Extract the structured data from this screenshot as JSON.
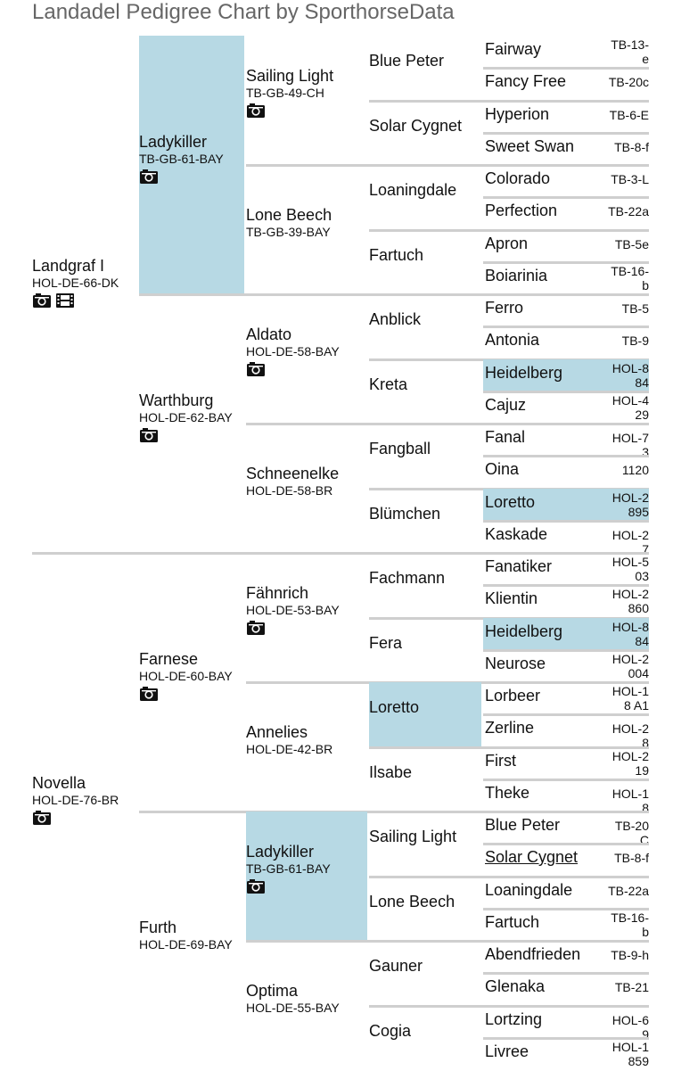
{
  "title": "Landadel Pedigree Chart by SporthorseData",
  "gen1": [
    {
      "name": "Landgraf I",
      "reg": "HOL-DE-66-DK",
      "icons": [
        "camera-icon",
        "film-icon"
      ]
    },
    {
      "name": "Novella",
      "reg": "HOL-DE-76-BR",
      "icons": [
        "camera-icon"
      ]
    }
  ],
  "gen2": [
    {
      "name": "Ladykiller",
      "reg": "TB-GB-61-BAY",
      "icons": [
        "camera-icon"
      ],
      "highlight": true
    },
    {
      "name": "Warthburg",
      "reg": "HOL-DE-62-BAY",
      "icons": [
        "camera-icon"
      ]
    },
    {
      "name": "Farnese",
      "reg": "HOL-DE-60-BAY",
      "icons": [
        "camera-icon"
      ]
    },
    {
      "name": "Furth",
      "reg": "HOL-DE-69-BAY",
      "icons": []
    }
  ],
  "gen3": [
    {
      "name": "Sailing Light",
      "reg": "TB-GB-49-CH",
      "icons": [
        "camera-icon"
      ]
    },
    {
      "name": "Lone Beech",
      "reg": "TB-GB-39-BAY",
      "icons": []
    },
    {
      "name": "Aldato",
      "reg": "HOL-DE-58-BAY",
      "icons": [
        "camera-icon"
      ]
    },
    {
      "name": "Schneenelke",
      "reg": "HOL-DE-58-BR",
      "icons": []
    },
    {
      "name": "Fähnrich",
      "reg": "HOL-DE-53-BAY",
      "icons": [
        "camera-icon"
      ]
    },
    {
      "name": "Annelies",
      "reg": "HOL-DE-42-BR",
      "icons": []
    },
    {
      "name": "Ladykiller",
      "reg": "TB-GB-61-BAY",
      "icons": [
        "camera-icon"
      ],
      "highlight": true
    },
    {
      "name": "Optima",
      "reg": "HOL-DE-55-BAY",
      "icons": []
    }
  ],
  "gen4": [
    {
      "name": "Blue Peter"
    },
    {
      "name": "Solar Cygnet"
    },
    {
      "name": "Loaningdale"
    },
    {
      "name": "Fartuch"
    },
    {
      "name": "Anblick"
    },
    {
      "name": "Kreta"
    },
    {
      "name": "Fangball"
    },
    {
      "name": "Blümchen"
    },
    {
      "name": "Fachmann"
    },
    {
      "name": "Fera"
    },
    {
      "name": "Loretto",
      "highlight": true
    },
    {
      "name": "Ilsabe"
    },
    {
      "name": "Sailing Light"
    },
    {
      "name": "Lone Beech"
    },
    {
      "name": "Gauner"
    },
    {
      "name": "Cogia"
    }
  ],
  "gen5": [
    {
      "name": "Fairway",
      "reg": "TB-13-e"
    },
    {
      "name": "Fancy Free",
      "reg": "TB-20c"
    },
    {
      "name": "Hyperion",
      "reg": "TB-6-E"
    },
    {
      "name": "Sweet Swan",
      "reg": "TB-8-f"
    },
    {
      "name": "Colorado",
      "reg": "TB-3-L"
    },
    {
      "name": "Perfection",
      "reg": "TB-22a"
    },
    {
      "name": "Apron",
      "reg": "TB-5e"
    },
    {
      "name": "Boiarinia",
      "reg": "TB-16-b"
    },
    {
      "name": "Ferro",
      "reg": "TB-5"
    },
    {
      "name": "Antonia",
      "reg": "TB-9"
    },
    {
      "name": "Heidelberg",
      "reg": "HOL-884",
      "highlight": true
    },
    {
      "name": "Cajuz",
      "reg": "HOL-429"
    },
    {
      "name": "Fanal",
      "reg": "HOL-73"
    },
    {
      "name": "Oina",
      "reg": "1120"
    },
    {
      "name": "Loretto",
      "reg": "HOL-2895",
      "highlight": true
    },
    {
      "name": "Kaskade",
      "reg": "HOL-27"
    },
    {
      "name": "Fanatiker",
      "reg": "HOL-503"
    },
    {
      "name": "Klientin",
      "reg": "HOL-2860"
    },
    {
      "name": "Heidelberg",
      "reg": "HOL-884",
      "highlight": true
    },
    {
      "name": "Neurose",
      "reg": "HOL-2004"
    },
    {
      "name": "Lorbeer",
      "reg": "HOL-18 A1"
    },
    {
      "name": "Zerline",
      "reg": "HOL-28"
    },
    {
      "name": "First",
      "reg": "HOL-219"
    },
    {
      "name": "Theke",
      "reg": "HOL-18"
    },
    {
      "name": "Blue Peter",
      "reg": "TB-20C"
    },
    {
      "name": "Solar Cygnet",
      "reg": "TB-8-f",
      "link": true
    },
    {
      "name": "Loaningdale",
      "reg": "TB-22a"
    },
    {
      "name": "Fartuch",
      "reg": "TB-16-b"
    },
    {
      "name": "Abendfrieden",
      "reg": "TB-9-h"
    },
    {
      "name": "Glenaka",
      "reg": "TB-21"
    },
    {
      "name": "Lortzing",
      "reg": "HOL-69"
    },
    {
      "name": "Livree",
      "reg": "HOL-1859"
    }
  ]
}
